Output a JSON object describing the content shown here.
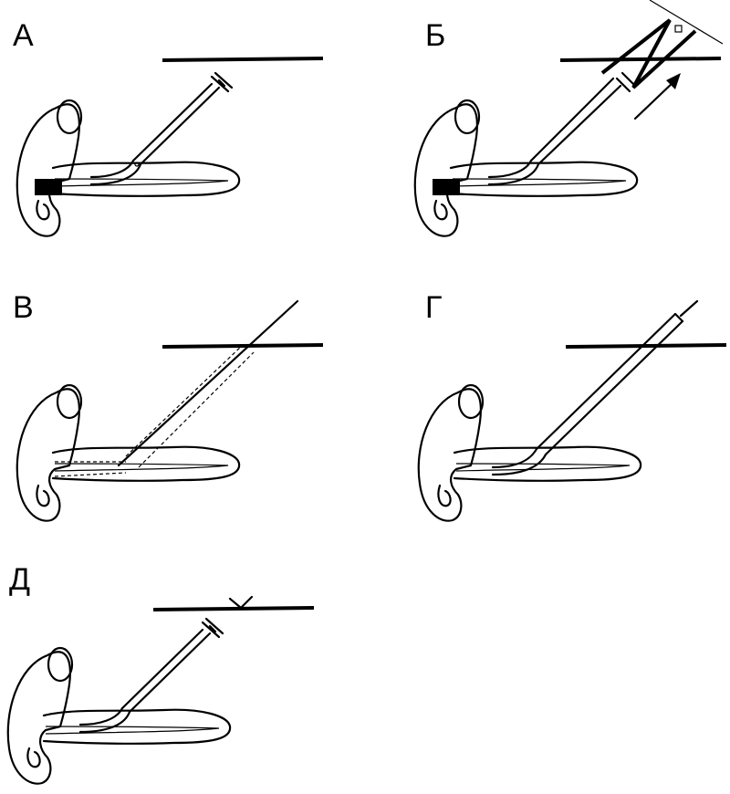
{
  "panels": [
    {
      "id": "a",
      "label": "А"
    },
    {
      "id": "b",
      "label": "Б"
    },
    {
      "id": "v",
      "label": "В"
    },
    {
      "id": "g",
      "label": "Г"
    },
    {
      "id": "d",
      "label": "Д"
    }
  ]
}
